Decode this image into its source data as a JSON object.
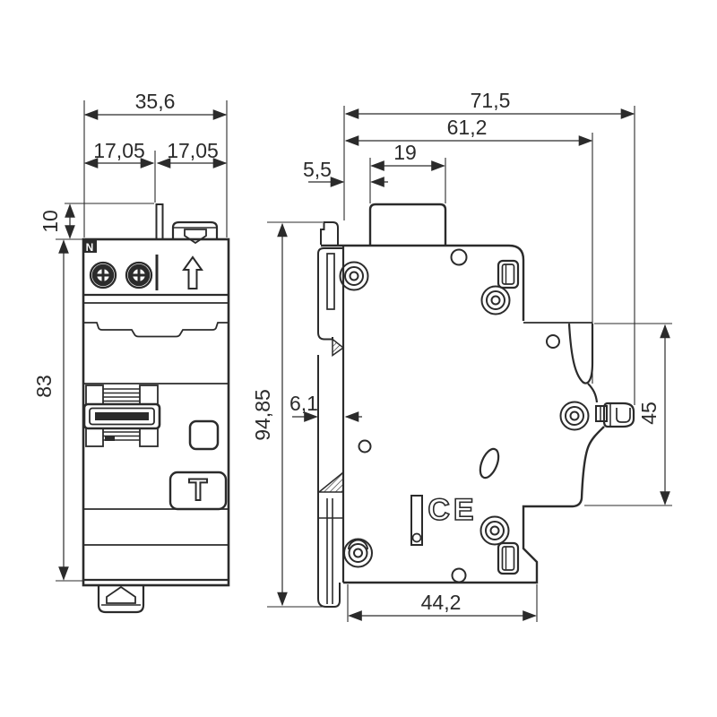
{
  "drawing": {
    "type": "technical-dimension-drawing",
    "subject": "DIN-rail circuit breaker (RCBO), front and side views",
    "colors": {
      "line": "#2b2b2b",
      "background": "#ffffff"
    },
    "icons": {
      "direction_indicator": "up-arrow",
      "screw_head": "pozidriv-screw",
      "rivet": "concentric-circles"
    },
    "front_view": {
      "markings": {
        "neutral": "N",
        "test_button": "T"
      },
      "dimensions": {
        "overall_width": "35,6",
        "pole_left": "17,05",
        "pole_right": "17,05",
        "terminal_offset": "10",
        "body_height": "83"
      }
    },
    "side_view": {
      "markings": {
        "ce_mark": "CE"
      },
      "dimensions": {
        "overall_depth": "71,5",
        "terminal_depth": "61,2",
        "handle_depth": "19",
        "handle_offset": "5,5",
        "overall_height": "94,85",
        "rail_slot_depth": "6,1",
        "front_face_height": "45",
        "base_depth": "44,2"
      }
    }
  }
}
